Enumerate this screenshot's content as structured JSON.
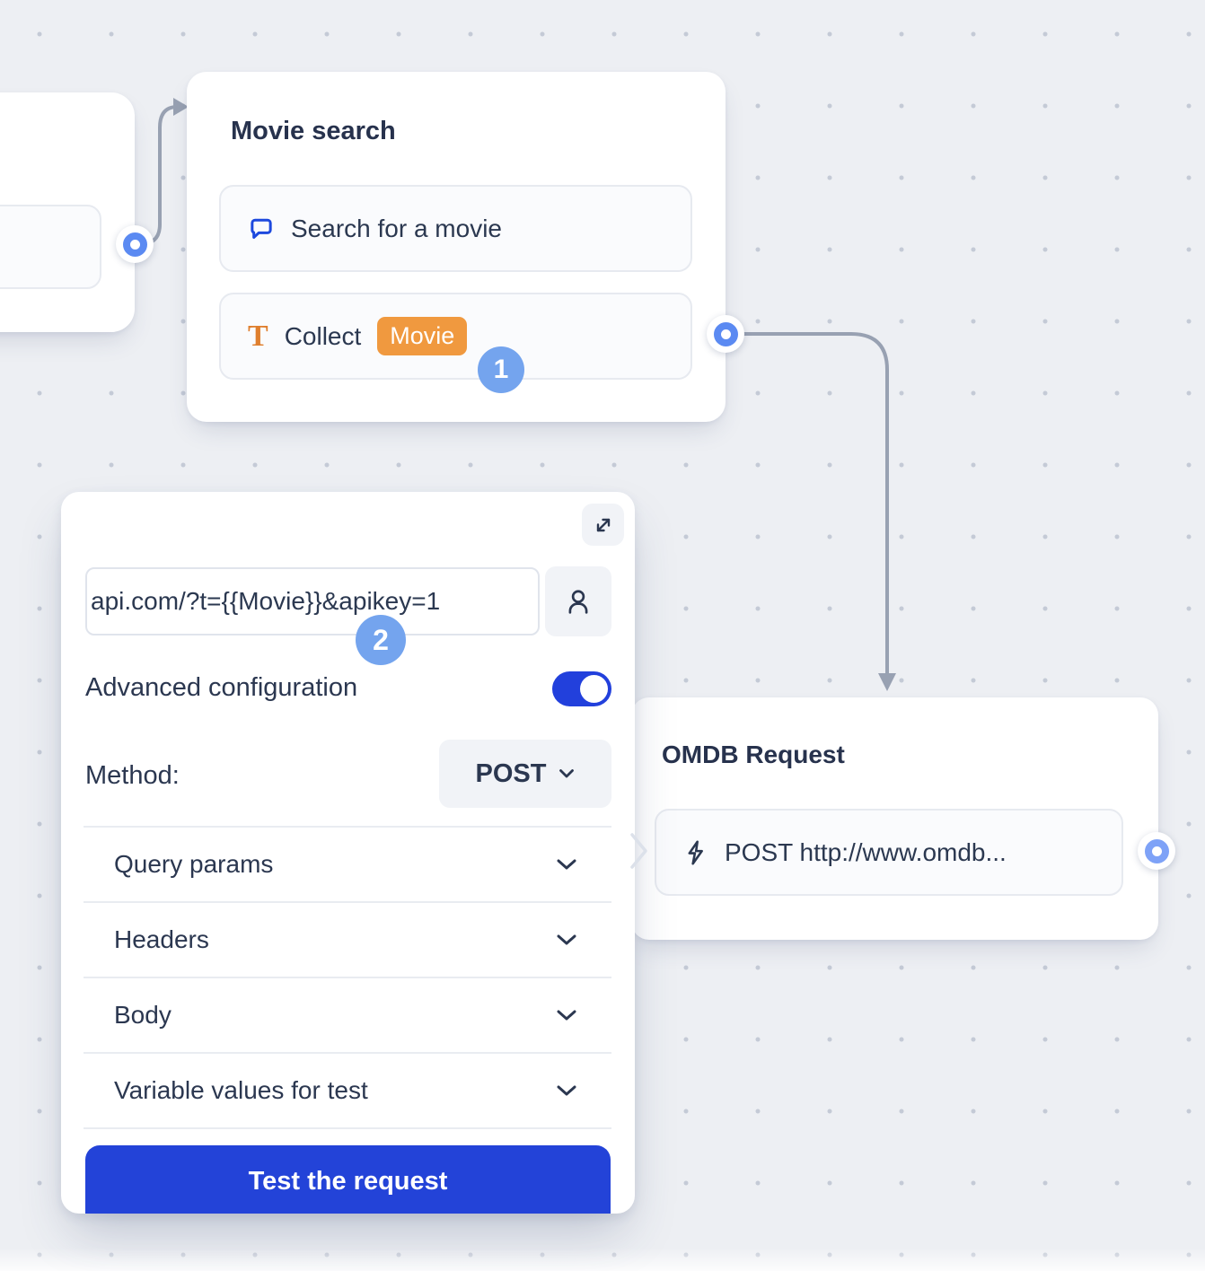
{
  "colors": {
    "canvas_bg": "#edeff3",
    "dot_color": "#c4cad6",
    "text_navy": "#2b3750",
    "accent_blue": "#2343d8",
    "toggle_blue": "#2240dc",
    "step_badge_blue": "#74a4ee",
    "variable_orange": "#f0993f",
    "text_icon_orange": "#df7f2e",
    "chat_icon_blue": "#1d49de",
    "connector_gray": "#98a1b2",
    "port_ring_blue": "#5b8af2",
    "port_ring_blue_light": "#7ea2f7"
  },
  "flow": {
    "movie_search": {
      "title": "Movie search",
      "items": [
        {
          "icon": "chat-bubble-icon",
          "label": "Search for a movie"
        },
        {
          "icon": "text-variable-icon",
          "label": "Collect",
          "variable_tag": "Movie"
        }
      ]
    },
    "omdb_request": {
      "title": "OMDB Request",
      "items": [
        {
          "icon": "lightning-icon",
          "label": "POST http://www.omdb..."
        }
      ]
    }
  },
  "webhook_panel": {
    "url_value": "api.com/?t={{Movie}}&apikey=1",
    "advanced_label": "Advanced configuration",
    "advanced_enabled": true,
    "method_label": "Method:",
    "method_value": "POST",
    "sections": [
      {
        "label": "Query params"
      },
      {
        "label": "Headers"
      },
      {
        "label": "Body"
      },
      {
        "label": "Variable values for test"
      }
    ],
    "test_button_label": "Test the request"
  },
  "annotations": {
    "step1": "1",
    "step2": "2"
  }
}
